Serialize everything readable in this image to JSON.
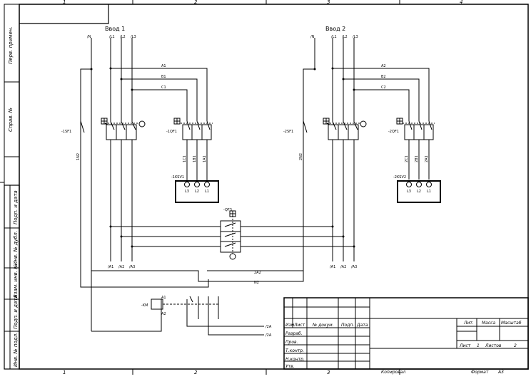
{
  "zones": {
    "top": [
      "1",
      "2",
      "3",
      "4"
    ],
    "bottom": [
      "1",
      "2",
      "3"
    ]
  },
  "side_labels": [
    "Перв. примен.",
    "Справ. №",
    "Подп. и дата",
    "Инв. № дубл.",
    "Взам. инв. №",
    "Подп. и дата",
    "Инв. № подл."
  ],
  "inputs": [
    {
      "title": "Ввод 1",
      "terminals": [
        "/N",
        "/L1",
        "/L2",
        "/L3"
      ]
    },
    {
      "title": "Ввод 2",
      "terminals": [
        "/N",
        "/L1",
        "/L2",
        "/L3"
      ]
    }
  ],
  "wire_tags": {
    "in1": [
      "A1",
      "B1",
      "C1"
    ],
    "in2": [
      "A2",
      "B2",
      "C2"
    ],
    "n1": "1N2",
    "n2": "2N2",
    "v1": [
      "1C1",
      "1B1",
      "1A1"
    ],
    "v2": [
      "2C1",
      "2B1",
      "2A1"
    ],
    "bus1": "2A2",
    "bus2": "N2"
  },
  "devices": {
    "sf1": "-1SF1",
    "qf1": "-1QF1",
    "sf2": "-2SF1",
    "qf2": "-2QF1",
    "ksv1": "-1KSV1",
    "ksv2": "-2KSV2",
    "qf3": "-QF3",
    "km": "-KM",
    "a1": "A1",
    "a2": "A2"
  },
  "relay_phases": [
    "L3",
    "L2",
    "L1"
  ],
  "outputs": {
    "left": [
      "/A1",
      "/A2",
      "/A3"
    ],
    "right": [
      "/A1",
      "/A2",
      "/A3"
    ],
    "control": [
      "/2A",
      "/2A"
    ]
  },
  "title_block": {
    "headers": [
      "Изм",
      "Лист",
      "№ докум.",
      "Подп.",
      "Дата"
    ],
    "roles": [
      "Разраб.",
      "Пров.",
      "Т.контр.",
      "",
      "Н.контр.",
      "Утв."
    ],
    "lit_headers": [
      "Лит.",
      "Масса",
      "Масштаб"
    ],
    "sheet_label": "Лист",
    "sheet_no": "1",
    "sheets_label": "Листов",
    "sheets_total": "2"
  },
  "footer": {
    "copied": "Копировал",
    "format_label": "Формат",
    "format": "A3"
  }
}
